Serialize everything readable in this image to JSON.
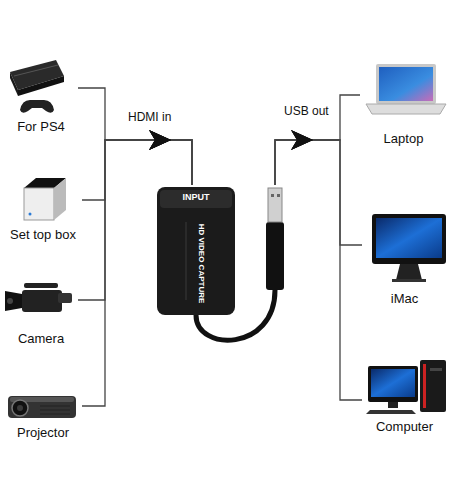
{
  "diagram": {
    "nodes": [
      {
        "text": [
          "For PS4"
        ]
      },
      {
        "text": [
          "Set top box"
        ]
      },
      {
        "text": [
          "Camera"
        ]
      },
      {
        "text": [
          "Projector"
        ]
      },
      {
        "text": [
          "INPUT",
          "HD VIDEO CAPTURE"
        ]
      },
      {
        "text": [
          "Laptop"
        ]
      },
      {
        "text": [
          "iMac"
        ]
      },
      {
        "text": [
          "Computer"
        ]
      }
    ],
    "edges": [
      {
        "from": 0,
        "to": 4,
        "arrow": "to"
      },
      {
        "from": 1,
        "to": 4,
        "arrow": "to"
      },
      {
        "from": 2,
        "to": 4,
        "arrow": "to"
      },
      {
        "from": 3,
        "to": 4,
        "arrow": "to"
      },
      {
        "from": 4,
        "to": 5,
        "arrow": "to"
      },
      {
        "from": 4,
        "to": 6,
        "arrow": "to"
      },
      {
        "from": 4,
        "to": 7,
        "arrow": "to"
      }
    ],
    "labels": [
      "HDMI in",
      "USB out"
    ]
  }
}
